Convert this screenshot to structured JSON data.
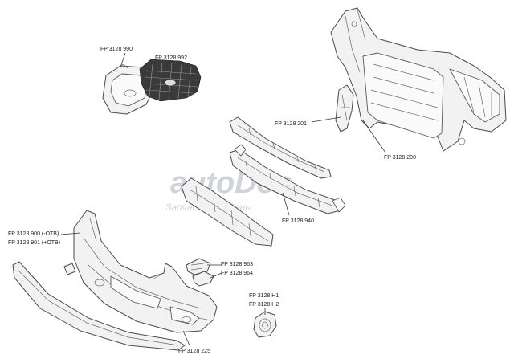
{
  "watermark": {
    "brand": "autoDoc",
    "tagline": "Запчасти найдены"
  },
  "callouts": [
    {
      "id": "grille-cover",
      "text": "FP 3128 990"
    },
    {
      "id": "grille",
      "text": "FP 3128 992"
    },
    {
      "id": "bracket-201",
      "text": "FP 3128 201"
    },
    {
      "id": "radiator-support",
      "text": "FP 3128 200"
    },
    {
      "id": "reinforcement",
      "text": "FP 3128 940"
    },
    {
      "id": "bumper-a",
      "text": "FP 3128 900 (-OTB)"
    },
    {
      "id": "bumper-b",
      "text": "FP 3128 901 (+OTB)"
    },
    {
      "id": "bracket-963",
      "text": "FP 3128 963"
    },
    {
      "id": "bracket-964",
      "text": "FP 3128 964"
    },
    {
      "id": "fog-h1",
      "text": "FP 3128 H1"
    },
    {
      "id": "fog-h2",
      "text": "FP 3128 H2"
    },
    {
      "id": "spoiler",
      "text": "FP 3128 225"
    }
  ]
}
